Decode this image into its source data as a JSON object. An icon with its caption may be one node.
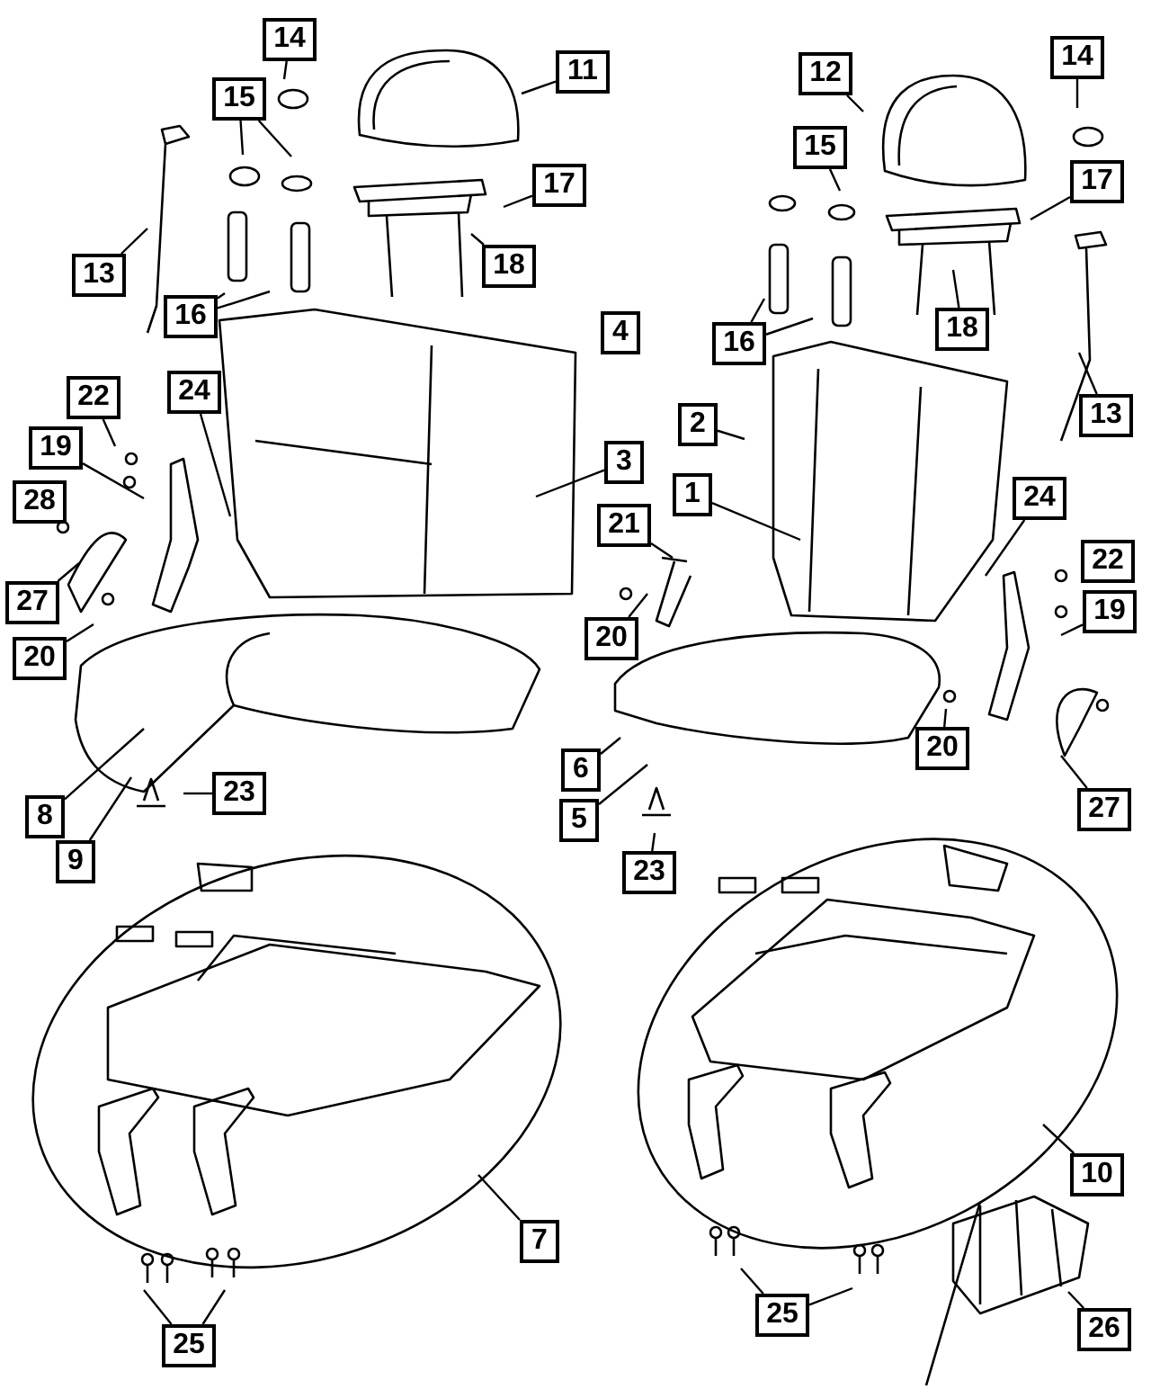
{
  "diagram": {
    "nodes": [
      {
        "text": [
          "14"
        ]
      },
      {
        "text": [
          "14"
        ]
      },
      {
        "text": [
          "11"
        ]
      },
      {
        "text": [
          "12"
        ]
      },
      {
        "text": [
          "15"
        ]
      },
      {
        "text": [
          "15"
        ]
      },
      {
        "text": [
          "17"
        ]
      },
      {
        "text": [
          "17"
        ]
      },
      {
        "text": [
          "18"
        ]
      },
      {
        "text": [
          "13"
        ]
      },
      {
        "text": [
          "16"
        ]
      },
      {
        "text": [
          "18"
        ]
      },
      {
        "text": [
          "16"
        ]
      },
      {
        "text": [
          "24"
        ]
      },
      {
        "text": [
          "22"
        ]
      },
      {
        "text": [
          "13"
        ]
      },
      {
        "text": [
          "2"
        ]
      },
      {
        "text": [
          "19"
        ]
      },
      {
        "text": [
          "3"
        ]
      },
      {
        "text": [
          "1"
        ]
      },
      {
        "text": [
          "24"
        ]
      },
      {
        "text": [
          "21"
        ]
      },
      {
        "text": [
          "19"
        ]
      },
      {
        "text": [
          "27"
        ]
      },
      {
        "text": [
          "20"
        ]
      },
      {
        "text": [
          "20"
        ]
      },
      {
        "text": [
          "20"
        ]
      },
      {
        "text": [
          "6"
        ]
      },
      {
        "text": [
          "27"
        ]
      },
      {
        "text": [
          "23"
        ]
      },
      {
        "text": [
          "8"
        ]
      },
      {
        "text": [
          "5"
        ]
      },
      {
        "text": [
          "9"
        ]
      },
      {
        "text": [
          "23"
        ]
      },
      {
        "text": [
          "10"
        ]
      },
      {
        "text": [
          "7"
        ]
      },
      {
        "text": [
          "25"
        ]
      },
      {
        "text": [
          "26"
        ]
      },
      {
        "text": [
          "25"
        ]
      },
      {
        "text": [
          "4"
        ]
      },
      {
        "text": [
          "28"
        ]
      },
      {
        "text": [
          "22"
        ]
      }
    ],
    "edges": [
      {
        "from": 0,
        "to": null,
        "arrow": "none"
      },
      {
        "from": 1,
        "to": null,
        "arrow": "none"
      },
      {
        "from": 2,
        "to": null,
        "arrow": "none"
      },
      {
        "from": 3,
        "to": null,
        "arrow": "none"
      },
      {
        "from": 4,
        "to": null,
        "arrow": "none"
      },
      {
        "from": 4,
        "to": null,
        "arrow": "none"
      },
      {
        "from": 5,
        "to": null,
        "arrow": "none"
      },
      {
        "from": 6,
        "to": null,
        "arrow": "none"
      },
      {
        "from": 7,
        "to": null,
        "arrow": "none"
      },
      {
        "from": 8,
        "to": null,
        "arrow": "none"
      },
      {
        "from": 9,
        "to": null,
        "arrow": "none"
      },
      {
        "from": 10,
        "to": null,
        "arrow": "none"
      },
      {
        "from": 10,
        "to": null,
        "arrow": "none"
      },
      {
        "from": 11,
        "to": null,
        "arrow": "none"
      },
      {
        "from": 12,
        "to": null,
        "arrow": "none"
      },
      {
        "from": 12,
        "to": null,
        "arrow": "none"
      },
      {
        "from": 13,
        "to": null,
        "arrow": "none"
      },
      {
        "from": 14,
        "to": null,
        "arrow": "none"
      },
      {
        "from": 15,
        "to": null,
        "arrow": "none"
      },
      {
        "from": 16,
        "to": null,
        "arrow": "none"
      },
      {
        "from": 17,
        "to": null,
        "arrow": "none"
      },
      {
        "from": 18,
        "to": null,
        "arrow": "none"
      },
      {
        "from": 19,
        "to": null,
        "arrow": "none"
      },
      {
        "from": 20,
        "to": null,
        "arrow": "none"
      },
      {
        "from": 21,
        "to": null,
        "arrow": "none"
      },
      {
        "from": 22,
        "to": null,
        "arrow": "none"
      },
      {
        "from": 23,
        "to": null,
        "arrow": "none"
      },
      {
        "from": 24,
        "to": null,
        "arrow": "none"
      },
      {
        "from": 25,
        "to": null,
        "arrow": "none"
      },
      {
        "from": 26,
        "to": null,
        "arrow": "none"
      },
      {
        "from": 27,
        "to": null,
        "arrow": "none"
      },
      {
        "from": 28,
        "to": null,
        "arrow": "none"
      },
      {
        "from": 29,
        "to": null,
        "arrow": "none"
      },
      {
        "from": 30,
        "to": null,
        "arrow": "none"
      },
      {
        "from": 31,
        "to": null,
        "arrow": "none"
      },
      {
        "from": 32,
        "to": null,
        "arrow": "none"
      },
      {
        "from": 33,
        "to": null,
        "arrow": "none"
      },
      {
        "from": 34,
        "to": null,
        "arrow": "none"
      },
      {
        "from": 35,
        "to": null,
        "arrow": "none"
      },
      {
        "from": 36,
        "to": null,
        "arrow": "none"
      },
      {
        "from": 36,
        "to": null,
        "arrow": "none"
      },
      {
        "from": 37,
        "to": null,
        "arrow": "none"
      },
      {
        "from": 38,
        "to": null,
        "arrow": "none"
      },
      {
        "from": 38,
        "to": null,
        "arrow": "none"
      }
    ]
  }
}
